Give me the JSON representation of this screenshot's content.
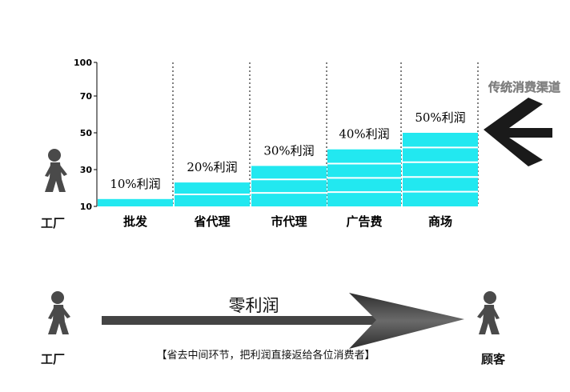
{
  "chart_data": {
    "type": "bar",
    "categories": [
      "批发",
      "省代理",
      "市代理",
      "广告费",
      "商场"
    ],
    "values": [
      14,
      23,
      32,
      41,
      50
    ],
    "bar_labels": [
      "10%利润",
      "20%利润",
      "30%利润",
      "40%利润",
      "50%利润"
    ],
    "yticks": [
      10,
      30,
      50,
      70,
      100
    ],
    "ylim": [
      10,
      100
    ],
    "bar_color": "#22e8f0"
  },
  "top": {
    "left_label": "工厂",
    "channel_label": "传统消费渠道"
  },
  "bottom": {
    "left_label": "工厂",
    "right_label": "顾客",
    "arrow_label": "零利润",
    "note": "【省去中间环节，把利润直接返给各位消费者】"
  },
  "icons": {
    "person_top": "walking-person-icon",
    "arrow_left": "left-arrow-icon",
    "person_bottom_left": "walking-person-icon",
    "person_bottom_right": "walking-person-icon",
    "arrow_right": "right-arrow-icon"
  }
}
